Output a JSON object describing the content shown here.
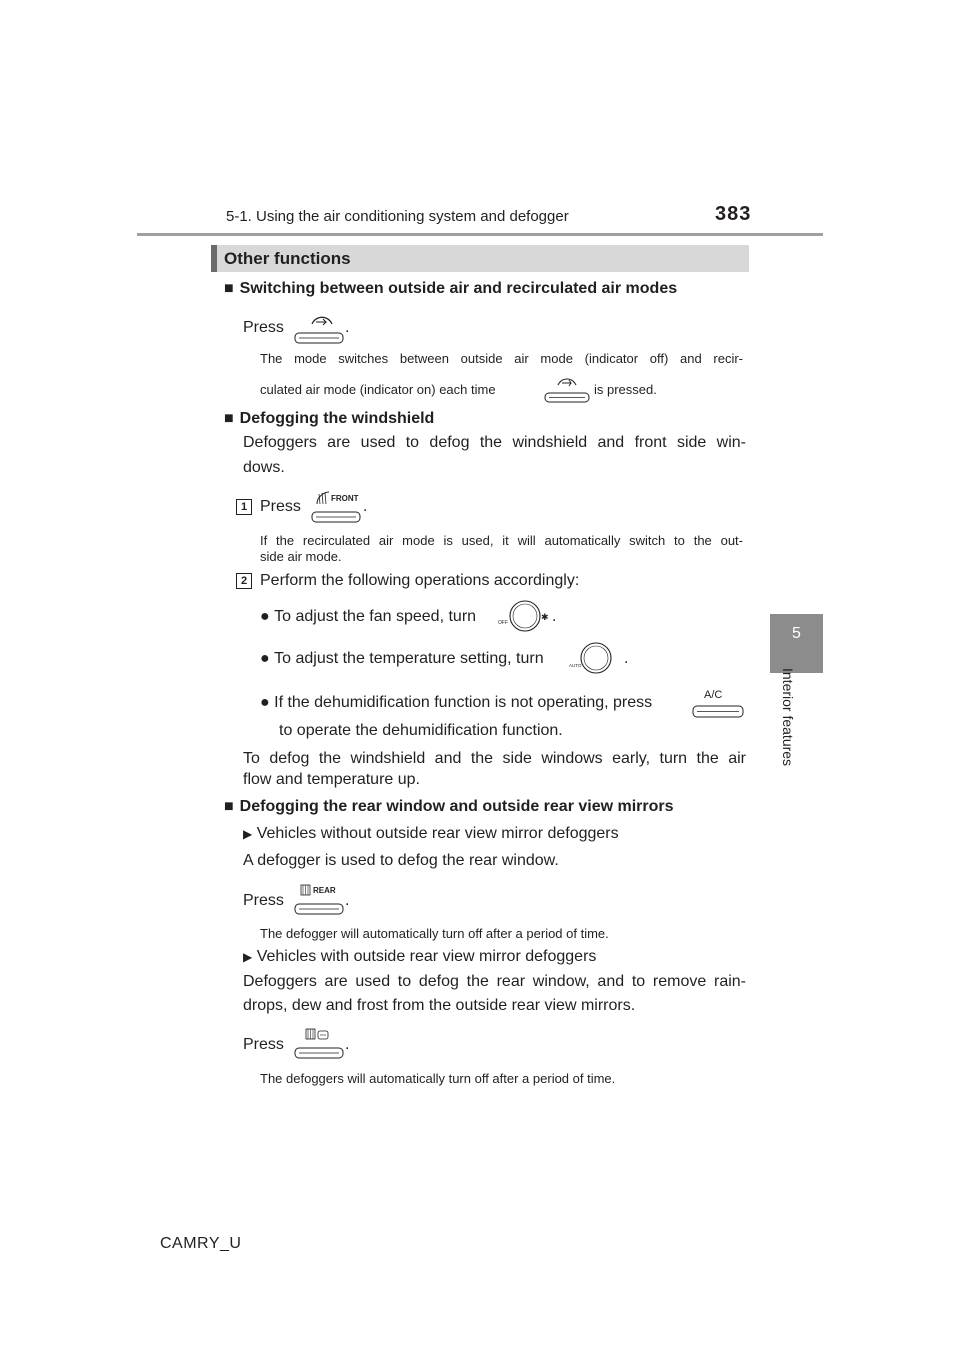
{
  "header": {
    "section": "5-1. Using the air conditioning system and defogger",
    "page_number": "383"
  },
  "side_tab": {
    "chapter_number": "5",
    "chapter_label": "Interior features"
  },
  "other_functions": {
    "title": "Other functions"
  },
  "switching": {
    "heading": "Switching between outside air and recirculated air modes",
    "press_label": "Press",
    "period": ".",
    "note_line1": "The mode switches between outside air mode (indicator off) and recir-",
    "note_line2_a": "culated air mode (indicator on) each time",
    "note_line2_b": "is pressed."
  },
  "windshield": {
    "heading": "Defogging the windshield",
    "intro_line1": "Defoggers are used to defog the windshield and front side win-",
    "intro_line2": "dows.",
    "step1_number": "1",
    "step1_press": "Press",
    "step1_button_label": "FRONT",
    "step1_note_line1": "If the recirculated air mode is used, it will automatically switch to the out-",
    "step1_note_line2": "side air mode.",
    "step2_number": "2",
    "step2_text": "Perform the following operations accordingly:",
    "bullet1": "To adjust the fan speed, turn",
    "bullet2": "To adjust the temperature setting, turn",
    "bullet3_line1": "If the dehumidification function is not operating, press",
    "bullet3_line2": "to operate the dehumidification function.",
    "ac_label": "A/C",
    "fan_knob_label": "OFF",
    "temp_knob_label": "AUTO",
    "closing_line1": "To defog the windshield and the side windows early, turn the air",
    "closing_line2": "flow and temperature up."
  },
  "rear": {
    "heading": "Defogging the rear window and outside rear view mirrors",
    "without_label": "Vehicles without outside rear view mirror defoggers",
    "without_text": "A defogger is used to defog the rear window.",
    "press_label": "Press",
    "rear_button_label": "REAR",
    "without_note": "The defogger will automatically turn off after a period of time.",
    "with_label": "Vehicles with outside rear view mirror defoggers",
    "with_line1": "Defoggers are used to defog the rear window, and to remove rain-",
    "with_line2": "drops, dew and frost from the outside rear view mirrors.",
    "with_note": "The defoggers will automatically turn off after a period of time."
  },
  "footer": {
    "model": "CAMRY_U"
  }
}
